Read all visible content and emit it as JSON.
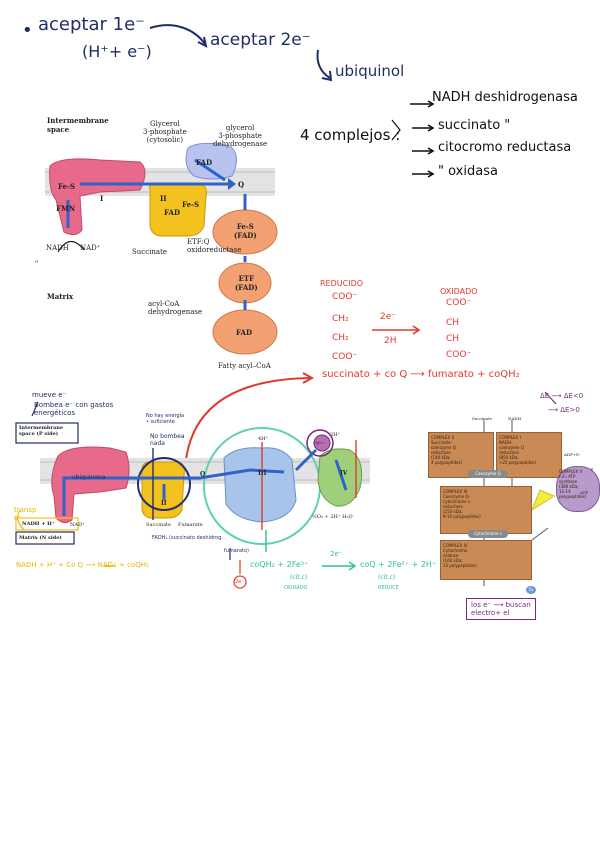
{
  "header": {
    "bullet": "•",
    "accept_1e": "aceptar 1e⁻",
    "h_plus_e": "(H⁺+ e⁻)",
    "accept_2e": "aceptar 2e⁻",
    "ubiquinol": "ubiquinol"
  },
  "complexes": {
    "title": "4 complejos :",
    "items": [
      "NADH deshidrogenasa",
      "succinato  \"",
      "citocromo reductasa",
      "\"     oxidasa"
    ]
  },
  "diagram1": {
    "intermembrane": "Intermembrane\nspace",
    "matrix": "Matrix",
    "glycerol": "Glycerol\n3-phosphate\n(cytosolic)",
    "gpdh": "glycerol\n3-phosphate\ndehydrogenase",
    "fad": "FAD",
    "fes": "Fe-S",
    "fmn": "FMN",
    "complex1": "I",
    "complex2": "II",
    "q": "Q",
    "fes_fad": "Fe-S\n(FAD)",
    "etf_q": "ETF:Q\noxidoreductase",
    "etf_fad": "ETF\n(FAD)",
    "acyl_coa_dh": "acyl-CoA\ndehydrogenase",
    "fatty_acyl": "Fatty acyl–CoA",
    "nadh": "NADH",
    "nad": "NAD⁺",
    "succinate": "Succinate",
    "quote_mark": "\""
  },
  "reaction": {
    "reduced": "REDUCIDO",
    "oxidized": "OXIDADO",
    "reduced_chain": [
      "COO⁻",
      "CH₂",
      "CH₂",
      "COO⁻"
    ],
    "oxidized_chain": [
      "COO⁻",
      "CH",
      "CH",
      "COO⁻"
    ],
    "arrow_top": "2e⁻",
    "arrow_bottom": "2H",
    "equation": "succinato + co Q ⟶ fumarato + coQH₂"
  },
  "diagram2": {
    "note_move": "mueve e⁻",
    "note_pump": "Bombea e⁻ con gastos\nenergéticos",
    "intermembrane": "Intermembrane\nspace (P side)",
    "matrix": "Matrix (N side)",
    "nadh_h": "NADH + H⁺",
    "nad": "NAD⁺",
    "ubiquinona": "ubiquinona",
    "transp": "transp\ne⁻",
    "no_energy": "No hay energía\n• suficiente",
    "no_pump": "No bombea\nnada",
    "complex2": "II",
    "q": "Q",
    "complex3": "III",
    "complex4": "IV",
    "cyt_c": "Cyt c",
    "four_h": "4H⁺",
    "two_h": "2H⁺",
    "water": "½O₂ + 2H⁺   H₂O",
    "succinate": "Succinate",
    "fumarate": "Fumarate",
    "fadh2": "FADH₂ (succinato deshidrog.",
    "fumarato": "fumarato)",
    "two_e": "2e⁻",
    "eq_yellow": "NADH + H⁺ + Co Q ⟶ NAD⁺ + coQH₂",
    "eq_green_left": "coQH₂ + 2Fe³⁺",
    "eq_green_arrow": "2e⁻",
    "eq_green_right": "coQ + 2Fe²⁺ + 2H⁺",
    "cit_c1": "(cit.c)",
    "cit_c2": "(cit.c)",
    "oxidado": "OXIDADO",
    "reduce": "REDUCE"
  },
  "flowchart": {
    "note_delta": "ΔE ⟶ ΔE<0",
    "note_delta2": "⟶ ΔE>0",
    "succinate": "Succinate",
    "nadh": "NADH",
    "complex2": "COMPLEX II\nSuccinate-\ncoenzyme Q\nreductase\n(140 kDa;\n4 polypeptides)",
    "complex1": "COMPLEX I\nNADH-\ncoenzyme Q\nreductase\n(850 kDa;\n>25 polypeptides)",
    "coenzyme_q": "Coenzyme Q",
    "complex3": "COMPLEX III\nCoenzyme Q-\ncytochrome c\nreductase\n(250 kDa;\n9-10 polypeptides)",
    "complex5": "COMPLEX V\nF₀F₁ ATP\nsynthase\n(380 kDa;\n12-14 polypeptides)",
    "cytochrome_c": "Cytochrome c",
    "complex4": "COMPLEX IV\nCytochrome\noxidase\n(160 kDa;\n13 polypeptides)",
    "adp": "ADP+Pᵢ",
    "atp": "ATP",
    "o2": "O₂",
    "note_bottom": "los e⁻ ⟶ buscan\nelectro+ el"
  },
  "colors": {
    "navy": "#1f2f66",
    "red": "#e03a2e",
    "green": "#2fbf93",
    "yellow": "#e6b800",
    "purple": "#7a2a7a",
    "pink_complex": "#e86a8a",
    "yellow_complex": "#f4c21f",
    "orange_protein": "#f3a072",
    "blue_complex": "#a8c4ea",
    "membrane": "#d9d9d9"
  }
}
